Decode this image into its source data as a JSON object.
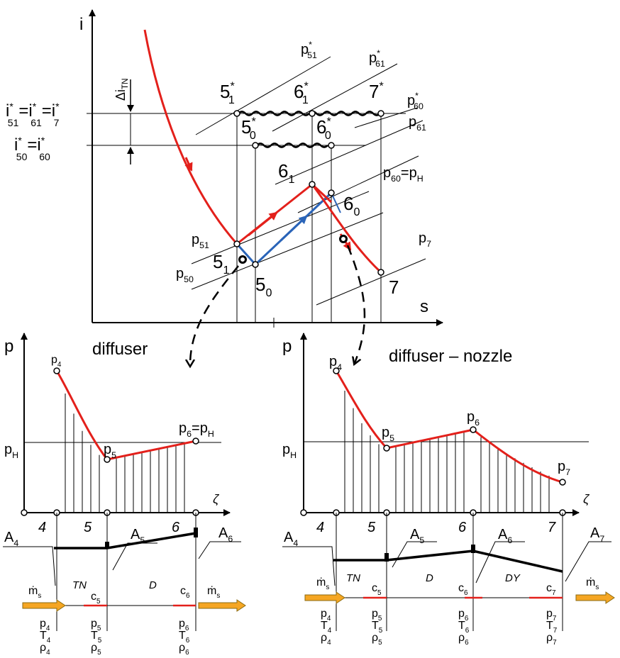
{
  "top": {
    "axis_i": "i",
    "axis_s": "s",
    "delta_label": "Δi",
    "delta_sub": "TN",
    "level_high": {
      "base": "i",
      "parts": [
        [
          "i",
          "*",
          "51"
        ],
        [
          "=i",
          "*",
          "61"
        ],
        [
          "=i",
          "*",
          "7"
        ]
      ]
    },
    "level_low": {
      "parts": [
        [
          "i",
          "*",
          "50"
        ],
        [
          "=i",
          "*",
          "60"
        ]
      ]
    },
    "isobars": {
      "p51s": {
        "b": "p",
        "sup": "*",
        "sub": "51"
      },
      "p61s": {
        "b": "p",
        "sup": "*",
        "sub": "61"
      },
      "p60s": {
        "b": "p",
        "sup": "*",
        "sub": "60"
      },
      "p61": {
        "b": "p",
        "sup": "",
        "sub": "61"
      },
      "p60pH": {
        "b": "p",
        "sup": "",
        "sub": "60",
        "tail": "=p",
        "tailsub": "H"
      },
      "p7": {
        "b": "p",
        "sup": "",
        "sub": "7"
      },
      "p51": {
        "b": "p",
        "sup": "",
        "sub": "51"
      },
      "p50": {
        "b": "p",
        "sup": "",
        "sub": "50"
      }
    },
    "points": {
      "p5_1s": {
        "b": "5",
        "sup": "*",
        "sub": "1"
      },
      "p6_1s": {
        "b": "6",
        "sup": "*",
        "sub": "1"
      },
      "p7s": {
        "b": "7",
        "sup": "*",
        "sub": ""
      },
      "p5_0s": {
        "b": "5",
        "sup": "*",
        "sub": "0"
      },
      "p6_0s": {
        "b": "6",
        "sup": "*",
        "sub": "0"
      },
      "p6_1": {
        "b": "6",
        "sup": "",
        "sub": "1"
      },
      "p6_0": {
        "b": "6",
        "sup": "",
        "sub": "0"
      },
      "p5_1": {
        "b": "5",
        "sup": "",
        "sub": "1"
      },
      "p5_0": {
        "b": "5",
        "sup": "",
        "sub": "0"
      },
      "p7": {
        "b": "7",
        "sup": "",
        "sub": ""
      }
    }
  },
  "left": {
    "title": "diffuser",
    "axis_p": "p",
    "axis_z": "ζ",
    "pH": {
      "b": "p",
      "sub": "H"
    },
    "p4": {
      "b": "p",
      "sub": "4"
    },
    "p5": {
      "b": "p",
      "sub": "5"
    },
    "p6pH": {
      "b": "p",
      "sub": "6",
      "tail": "=p",
      "tailsub": "H"
    },
    "stations": [
      "4",
      "5",
      "6"
    ],
    "A4": {
      "b": "A",
      "sub": "4"
    },
    "A5": {
      "b": "A",
      "sub": "5"
    },
    "A6": {
      "b": "A",
      "sub": "6"
    },
    "zones": [
      "TN",
      "D"
    ],
    "ms": "ṁ",
    "ms_sub": "s",
    "c5": {
      "b": "c",
      "sub": "5"
    },
    "c6": {
      "b": "c",
      "sub": "6"
    },
    "params": [
      [
        {
          "b": "p",
          "sub": "4"
        },
        {
          "b": "T",
          "sub": "4"
        },
        {
          "b": "ρ",
          "sub": "4"
        }
      ],
      [
        {
          "b": "p",
          "sub": "5"
        },
        {
          "b": "T",
          "sub": "5"
        },
        {
          "b": "ρ",
          "sub": "5"
        }
      ],
      [
        {
          "b": "p",
          "sub": "6"
        },
        {
          "b": "T",
          "sub": "6"
        },
        {
          "b": "ρ",
          "sub": "6"
        }
      ]
    ]
  },
  "right": {
    "title": "diffuser – nozzle",
    "axis_p": "p",
    "axis_z": "ζ",
    "pH": {
      "b": "p",
      "sub": "H"
    },
    "p4": {
      "b": "p",
      "sub": "4"
    },
    "p5": {
      "b": "p",
      "sub": "5"
    },
    "p6": {
      "b": "p",
      "sub": "6"
    },
    "p7": {
      "b": "p",
      "sub": "7"
    },
    "stations": [
      "4",
      "5",
      "6",
      "7"
    ],
    "A4": {
      "b": "A",
      "sub": "4"
    },
    "A5": {
      "b": "A",
      "sub": "5"
    },
    "A6": {
      "b": "A",
      "sub": "6"
    },
    "A7": {
      "b": "A",
      "sub": "7"
    },
    "zones": [
      "TN",
      "D",
      "DY"
    ],
    "ms": "ṁ",
    "ms_sub": "s",
    "c5": {
      "b": "c",
      "sub": "5"
    },
    "c6": {
      "b": "c",
      "sub": "6"
    },
    "c7": {
      "b": "c",
      "sub": "7"
    },
    "params": [
      [
        {
          "b": "p",
          "sub": "4"
        },
        {
          "b": "T",
          "sub": "4"
        },
        {
          "b": "ρ",
          "sub": "4"
        }
      ],
      [
        {
          "b": "p",
          "sub": "5"
        },
        {
          "b": "T",
          "sub": "5"
        },
        {
          "b": "ρ",
          "sub": "5"
        }
      ],
      [
        {
          "b": "p",
          "sub": "6"
        },
        {
          "b": "T",
          "sub": "6"
        },
        {
          "b": "ρ",
          "sub": "6"
        }
      ],
      [
        {
          "b": "p",
          "sub": "7"
        },
        {
          "b": "T",
          "sub": "7"
        },
        {
          "b": "ρ",
          "sub": "7"
        }
      ]
    ]
  },
  "colors": {
    "red": "#e3201b",
    "blue": "#2a64b8",
    "flow": "#f5a623"
  }
}
